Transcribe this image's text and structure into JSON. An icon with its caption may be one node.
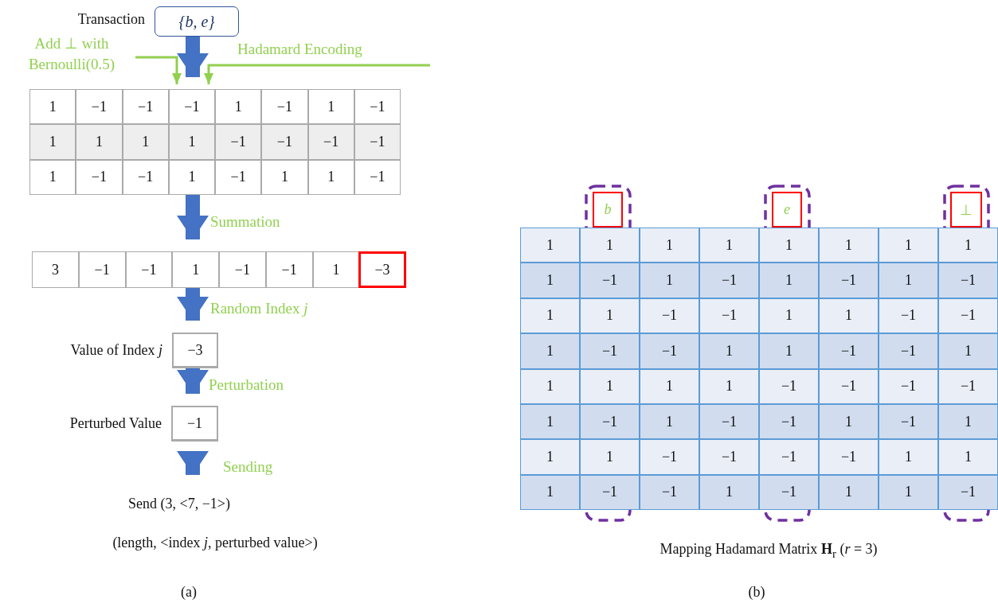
{
  "diagram": {
    "nodes": [
      {
        "text": [
          "{b, e}"
        ],
        "beside": [
          "Transaction"
        ]
      },
      {
        "text": [
          "Add ⊥ with Bernoulli(0.5)"
        ]
      },
      {
        "text": [
          "1",
          "−1",
          "−1",
          "−1",
          "1",
          "−1",
          "1",
          "−1",
          "1",
          "1",
          "1",
          "1",
          "−1",
          "−1",
          "−1",
          "−1",
          "1",
          "−1",
          "−1",
          "1",
          "−1",
          "1",
          "1",
          "−1"
        ]
      },
      {
        "text": [
          "3",
          "−1",
          "−1",
          "1",
          "−1",
          "−1",
          "1"
        ]
      },
      {
        "text": [
          "−3"
        ],
        "in": 3
      },
      {
        "text": [
          "−3"
        ],
        "beside": [
          "Value of Index *j*"
        ]
      },
      {
        "text": [
          "−1"
        ],
        "beside": [
          "Perturbed Value"
        ]
      },
      {
        "text": [
          "Send (3, <7, −1>)"
        ]
      },
      {
        "text": [
          "*b*"
        ]
      },
      {
        "text": [
          "*e*"
        ]
      },
      {
        "text": [
          "⊥"
        ]
      },
      {
        "text": [
          "1",
          "1",
          "1",
          "1",
          "1",
          "1",
          "1",
          "1",
          "1",
          "−1",
          "1",
          "−1",
          "1",
          "−1",
          "1",
          "−1",
          "1",
          "1",
          "−1",
          "−1",
          "1",
          "1",
          "−1",
          "−1",
          "1",
          "−1",
          "−1",
          "1",
          "1",
          "−1",
          "−1",
          "1",
          "1",
          "1",
          "1",
          "1",
          "−1",
          "−1",
          "−1",
          "−1",
          "1",
          "−1",
          "1",
          "−1",
          "−1",
          "1",
          "−1",
          "1",
          "1",
          "1",
          "−1",
          "−1",
          "−1",
          "−1",
          "1",
          "1",
          "1",
          "−1",
          "−1",
          "1",
          "−1",
          "1",
          "1",
          "−1"
        ]
      }
    ],
    "edges": [
      {
        "from": 1,
        "to": 2,
        "arrow": "to",
        "color": "#92d050"
      },
      {
        "from": null,
        "to": 2,
        "arrow": "to",
        "color": "#92d050",
        "label": "Hadamard Encoding"
      },
      {
        "from": 0,
        "to": 2,
        "arrow": "to"
      },
      {
        "from": 2,
        "to": 3,
        "arrow": "to",
        "label": "Summation"
      },
      {
        "from": 3,
        "to": 5,
        "arrow": "to",
        "label": "Random Index *j*"
      },
      {
        "from": 5,
        "to": 6,
        "arrow": "to",
        "label": "Perturbation"
      },
      {
        "from": 6,
        "to": 7,
        "arrow": "to",
        "label": "Sending"
      }
    ],
    "labels": [
      "(length, <index *j*, perturbed value>)",
      "Mapping Hadamard Matrix **H**$_{r}$ (*r* = 3)",
      "(a)",
      "(b)"
    ]
  }
}
